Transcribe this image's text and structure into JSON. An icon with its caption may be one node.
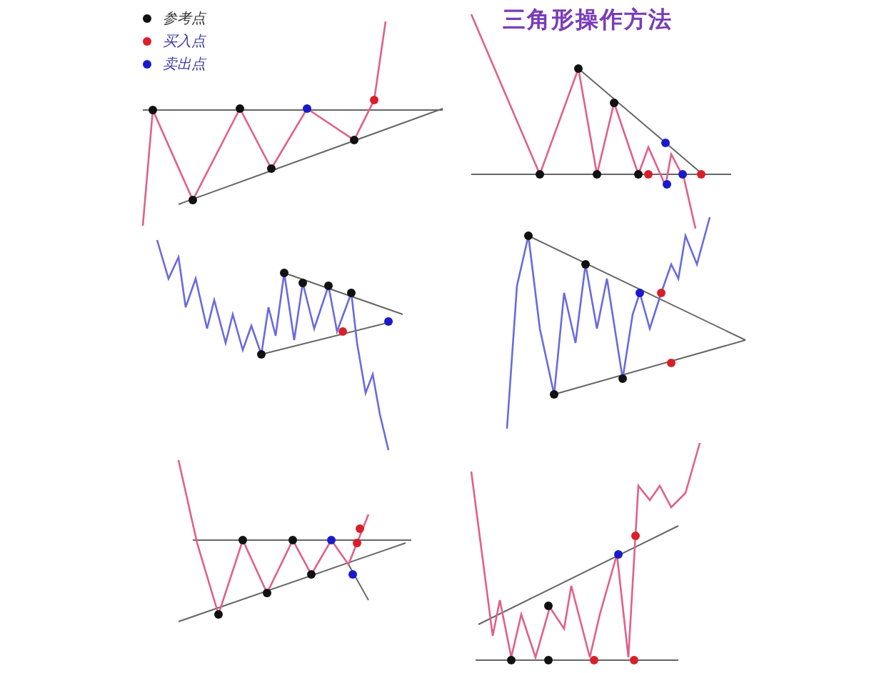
{
  "diagram": {
    "title": "三角形操作方法",
    "legend": [
      {
        "text": "参考点",
        "color": "#111111"
      },
      {
        "text": "买入点",
        "color": "#d8202a"
      },
      {
        "text": "卖出点",
        "color": "#1a1acc"
      }
    ]
  }
}
